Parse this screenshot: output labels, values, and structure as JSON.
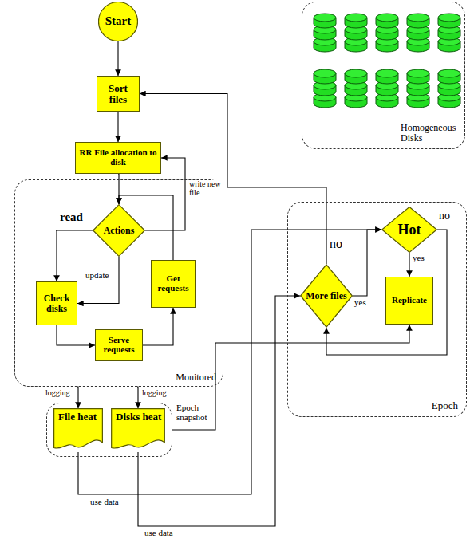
{
  "diagram": {
    "nodes": [
      {
        "text": [
          "Start"
        ]
      },
      {
        "text": [
          "Sort files"
        ]
      },
      {
        "text": [
          "RR File allocation to disk"
        ]
      },
      {
        "text": [
          "Monitored"
        ]
      },
      {
        "text": [
          "Actions"
        ],
        "in": 3
      },
      {
        "text": [
          "Check disks"
        ],
        "in": 3
      },
      {
        "text": [
          "Get requests"
        ],
        "in": 3
      },
      {
        "text": [
          "Serve requests"
        ],
        "in": 3
      },
      {
        "text": [
          "Epoch snapshot"
        ]
      },
      {
        "text": [
          "File heat"
        ],
        "in": 8
      },
      {
        "text": [
          "Disks heat"
        ],
        "in": 8
      },
      {
        "text": [
          "Epoch"
        ]
      },
      {
        "text": [
          "Hot"
        ],
        "in": 11
      },
      {
        "text": [
          "More files"
        ],
        "in": 11
      },
      {
        "text": [
          "Replicate"
        ],
        "in": 11
      },
      {
        "text": [
          "Homogeneous Disks"
        ]
      }
    ],
    "edges": [
      {
        "from": 0,
        "to": 1,
        "arrow": "to"
      },
      {
        "from": 1,
        "to": 2,
        "arrow": "to"
      },
      {
        "from": 2,
        "to": 4,
        "arrow": "to"
      },
      {
        "from": 4,
        "to": 5,
        "label": "read",
        "arrow": "to"
      },
      {
        "from": 4,
        "to": 5,
        "label": "update",
        "arrow": "to"
      },
      {
        "from": 4,
        "to": 2,
        "label": "write new file",
        "arrow": "to"
      },
      {
        "from": 5,
        "to": 7,
        "arrow": "to"
      },
      {
        "from": 7,
        "to": 6,
        "arrow": "to"
      },
      {
        "from": 6,
        "to": 4,
        "arrow": "to"
      },
      {
        "from": 3,
        "to": 9,
        "label": "logging",
        "arrow": "to"
      },
      {
        "from": 3,
        "to": 10,
        "label": "logging",
        "arrow": "to"
      },
      {
        "from": 9,
        "to": 12,
        "label": "use data",
        "arrow": "to"
      },
      {
        "from": 10,
        "to": 13,
        "label": "use data",
        "arrow": "to"
      },
      {
        "from": 8,
        "to": 14,
        "arrow": "to"
      },
      {
        "from": 13,
        "to": 12,
        "label": "yes",
        "arrow": "to"
      },
      {
        "from": 13,
        "to": 1,
        "label": "no",
        "arrow": "to"
      },
      {
        "from": 12,
        "to": 14,
        "label": "yes",
        "arrow": "to"
      },
      {
        "from": 12,
        "to": 13,
        "label": "no",
        "arrow": "to"
      }
    ]
  }
}
